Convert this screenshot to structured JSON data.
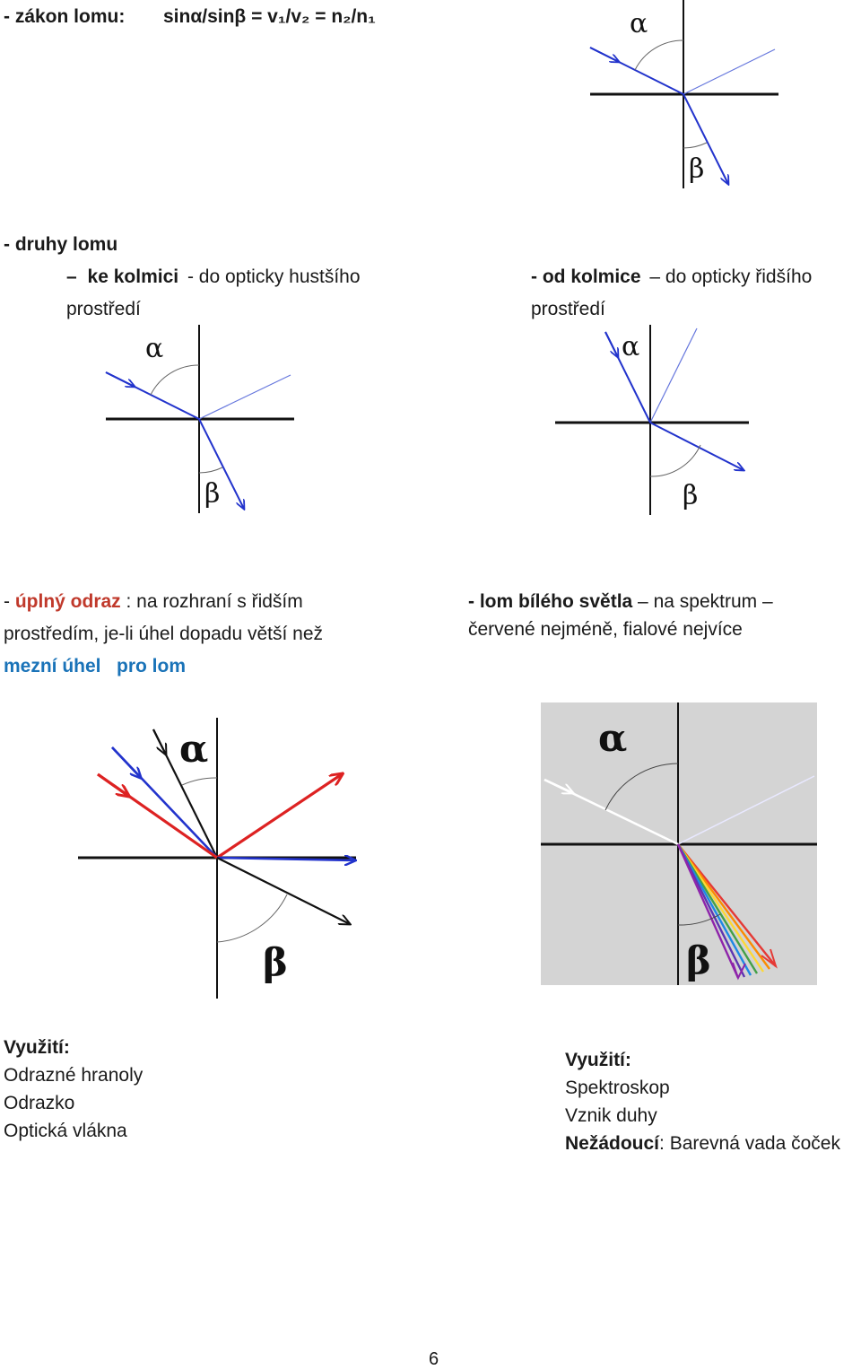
{
  "header": {
    "law_label": "- zákon lomu:",
    "formula": "sinα/sinβ = v₁/v₂ = n₂/n₁"
  },
  "druhy": {
    "title": "- druhy lomu",
    "ke_kolmici_dash": "–",
    "ke_kolmici_bold": "ke kolmici",
    "ke_kolmici_rest": "- do opticky hustšího",
    "ke_kolmici_line2": "prostředí",
    "od_kolmice_bold": "- od kolmice",
    "od_kolmice_rest": "– do opticky řidšího",
    "od_kolmice_line2": "prostředí"
  },
  "odraz": {
    "prefix": "- ",
    "term": "úplný odraz",
    "line1_rest": " : na rozhraní s řidším",
    "line2": "prostředím, je-li úhel dopadu větší než",
    "line3": "mezní úhel   pro lom"
  },
  "bile": {
    "term": "- lom bílého světla",
    "line1_rest": " – na spektrum –",
    "line2": "červené nejméně, fialové nejvíce"
  },
  "vyuziti_left": {
    "title": "Využití:",
    "items": [
      "Odrazné hranoly",
      "Odrazko",
      "Optická vlákna"
    ]
  },
  "vyuziti_right": {
    "title": "Využití:",
    "items": [
      "Spektroskop",
      "Vznik duhy"
    ],
    "nezadouci_label": "Nežádoucí",
    "nezadouci_text": ": Barevná vada čoček"
  },
  "symbols": {
    "alpha": "α",
    "beta": "β"
  },
  "page_number": "6",
  "colors": {
    "ray": "#2233cc",
    "reflect": "#dd2222",
    "line": "#111111",
    "faint": "#6677dd",
    "gray_bg": "#d4d4d4"
  }
}
